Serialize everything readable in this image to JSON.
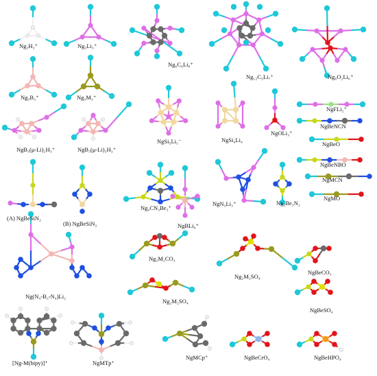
{
  "labels": {
    "ng3h3": "Ng₃H₃⁺",
    "ng3li3": "Ng₃Li₃⁺",
    "ng6c6li6": "Ng₆C₆Li₆⁺",
    "ng12c5li7": "Ng₁₂C₅Li₇⁺",
    "ng6o2li6": "Ng₆O₂Li₆⁺",
    "ng3b3": "Ng₃B₃⁺",
    "ng3m3": "Ng₃M₃⁺",
    "ngfli2": "NgFLi₂⁺",
    "ngbencn": "NgBeNCN",
    "ngbeo": "NgBeO",
    "ngbenbo": "NgBeNBO",
    "ngmcn": "NgMCN",
    "ngmo": "NgMO",
    "ngb3h3_1": "NgB₃(μ-Li)₂H₃⁺",
    "ngb3h3_2": "NgB₃(μ-Li)₃H₃⁺",
    "ngsi5li5": "NgSi₅Li₅⁻",
    "ngsi4li4": "NgSi₄Li₄",
    "ngoli3": "NgOLi₃⁺",
    "ngbesin2_a": "(A) NgBeSiN₂",
    "ngbesin2_b": "(B) NgBeSiN₂",
    "ng4cn3be3": "Ng₄CN₃Be₃⁺",
    "ngbli6": "NgBLi₆⁺",
    "ngn3li3": "NgN₃Li₃⁺",
    "ng2be2n2": "Ng₂Be₂N₂",
    "ng2m2co3": "Ng₂M₂CO₃",
    "ng2m2so4_chain": "Ng₂M₂SO₄",
    "ngbeco3": "NgBeCO₃",
    "ngn4b2n4li2": "Ng(N₄-B₂-N₄)Li₂",
    "ng2m2so4": "Ng₂M₂SO₄",
    "ngbeso4": "NgBeSO₄",
    "ngmbipy": "[Ng-M(bipy)]⁺",
    "ngmtp": "NgMTp⁺",
    "ngmcp": "NgMCp⁺",
    "ngbecro4": "NgBeCrO₄",
    "ngbehpo4": "NgBeHPO₄"
  },
  "colors": {
    "ng": "#1fc8d8",
    "li": "#dd6fe6",
    "c": "#6a6a6a",
    "h": "#f0f0f0",
    "b": "#f2b7b3",
    "m": "#9a9a20",
    "be": "#c8d71a",
    "n": "#1f4fe0",
    "o": "#e0141a",
    "si": "#f2d7a0",
    "f": "#9de08a",
    "s": "#dede00",
    "cr": "#8fb8e8",
    "p": "#f39a20"
  }
}
